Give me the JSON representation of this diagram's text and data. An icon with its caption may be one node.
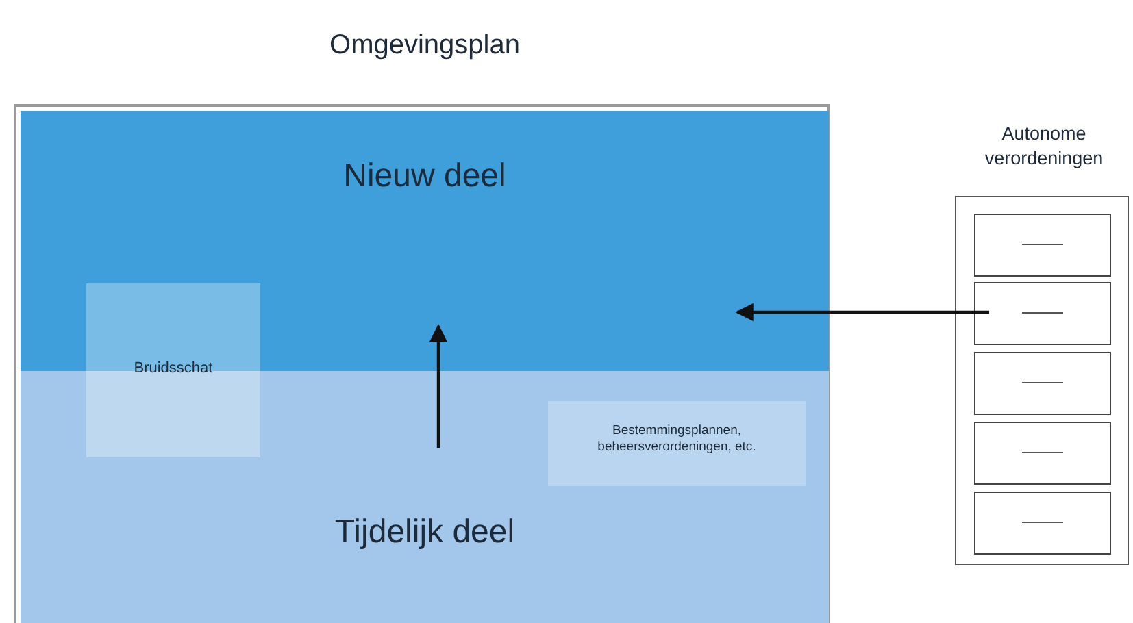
{
  "diagram": {
    "nodes": [
      {
        "text": [
          "Omgevingsplan"
        ]
      },
      {
        "text": [
          "Nieuw deel"
        ],
        "in": 0
      },
      {
        "text": [
          "Bruidsschat"
        ],
        "in": 0
      },
      {
        "text": [
          "Tijdelijk deel"
        ],
        "in": 0
      },
      {
        "text": [
          "Bestemmingsplannen, beheersverordeningen, etc."
        ],
        "in": 3
      },
      {
        "text": [
          "Autonome verordeningen"
        ]
      },
      {
        "text": [],
        "shape": "box",
        "in": 5
      },
      {
        "text": [],
        "shape": "box",
        "in": 5
      },
      {
        "text": [],
        "shape": "box",
        "in": 5
      },
      {
        "text": [],
        "shape": "box",
        "in": 5
      },
      {
        "text": [],
        "shape": "box",
        "in": 5
      }
    ],
    "edges": [
      {
        "from": null,
        "to": 1,
        "arrow": "to"
      },
      {
        "from": 7,
        "to": 1,
        "arrow": "to"
      }
    ]
  }
}
